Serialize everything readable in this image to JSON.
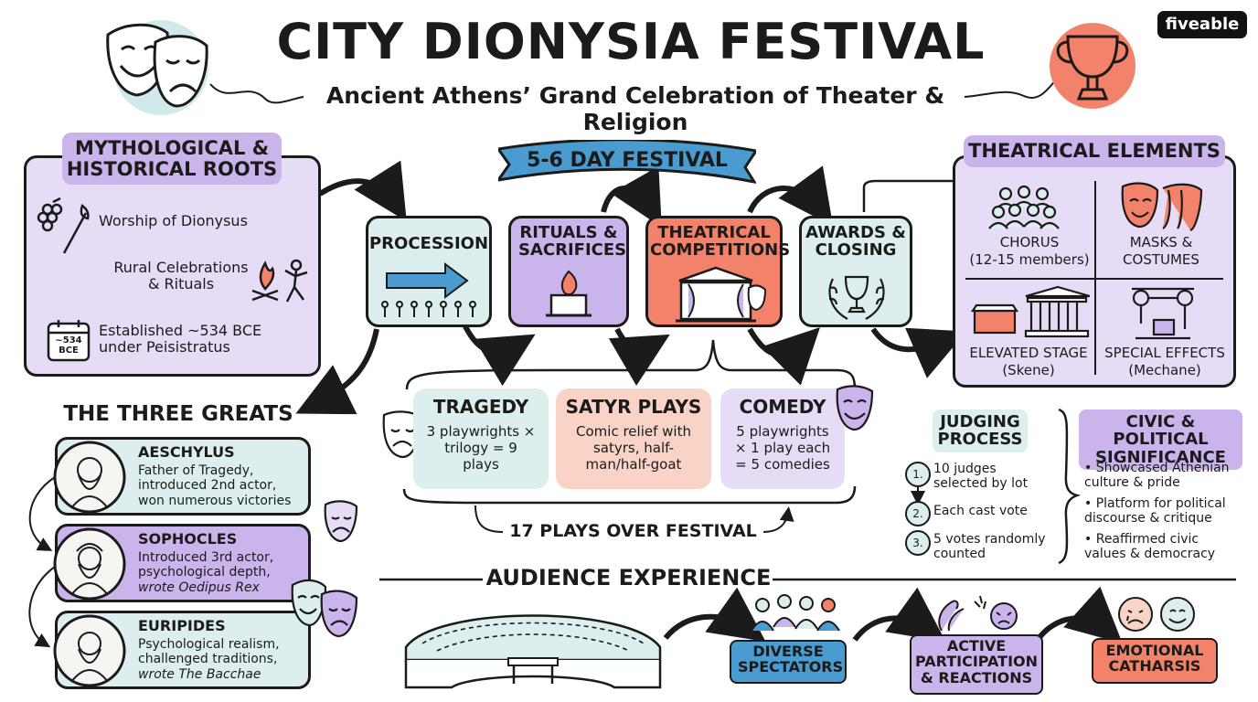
{
  "brand": "fiveable",
  "title": "CITY DIONYSIA FESTIVAL",
  "subtitle": "Ancient Athens’ Grand Celebration of Theater & Religion",
  "festival_banner": "5-6 DAY FESTIVAL",
  "roots": {
    "heading": "MYTHOLOGICAL & HISTORICAL ROOTS",
    "items": [
      "Worship of Dionysus",
      "Rural Celebrations & Rituals",
      "Established ~534 BCE under Peisistratus"
    ],
    "calendar_label": "~534 BCE"
  },
  "stages": [
    "PROCESSION",
    "RITUALS & SACRIFICES",
    "THEATRICAL COMPETITIONS",
    "AWARDS & CLOSING"
  ],
  "theatrical_elements": {
    "heading": "THEATRICAL ELEMENTS",
    "cells": [
      {
        "title": "CHORUS",
        "sub": "(12-15 members)"
      },
      {
        "title": "MASKS &",
        "sub": "COSTUMES"
      },
      {
        "title": "ELEVATED STAGE",
        "sub": "(Skene)"
      },
      {
        "title": "SPECIAL EFFECTS",
        "sub": "(Mechane)"
      }
    ]
  },
  "genres": [
    {
      "title": "TRAGEDY",
      "text": "3 playwrights × trilogy = 9 plays"
    },
    {
      "title": "SATYR PLAYS",
      "text": "Comic relief with satyrs, half-man/half-goat"
    },
    {
      "title": "COMEDY",
      "text": "5 playwrights × 1 play each = 5 comedies"
    }
  ],
  "plays_total": "17 PLAYS OVER FESTIVAL",
  "greats": {
    "heading": "THE THREE GREATS",
    "people": [
      {
        "name": "AESCHYLUS",
        "desc_lines": [
          "Father of Tragedy,",
          "introduced 2nd actor,",
          "won numerous victories"
        ]
      },
      {
        "name": "SOPHOCLES",
        "desc_lines": [
          "Introduced 3rd actor,",
          "psychological depth,",
          "wrote Oedipus Rex"
        ]
      },
      {
        "name": "EURIPIDES",
        "desc_lines": [
          "Psychological realism,",
          "challenged traditions,",
          "wrote The Bacchae"
        ]
      }
    ]
  },
  "judging": {
    "heading": "JUDGING PROCESS",
    "steps": [
      {
        "num": "1.",
        "text": "10 judges selected by lot"
      },
      {
        "num": "2.",
        "text": "Each cast vote"
      },
      {
        "num": "3.",
        "text": "5 votes randomly counted"
      }
    ]
  },
  "civic": {
    "heading": "CIVIC & POLITICAL SIGNIFICANCE",
    "bullets": [
      "Showcased Athenian culture & pride",
      "Platform for political discourse & critique",
      "Reaffirmed civic values & democracy"
    ]
  },
  "audience": {
    "heading": "AUDIENCE EXPERIENCE",
    "steps": [
      "DIVERSE SPECTATORS",
      "ACTIVE PARTICIPATION & REACTIONS",
      "EMOTIONAL CATHARSIS"
    ]
  }
}
